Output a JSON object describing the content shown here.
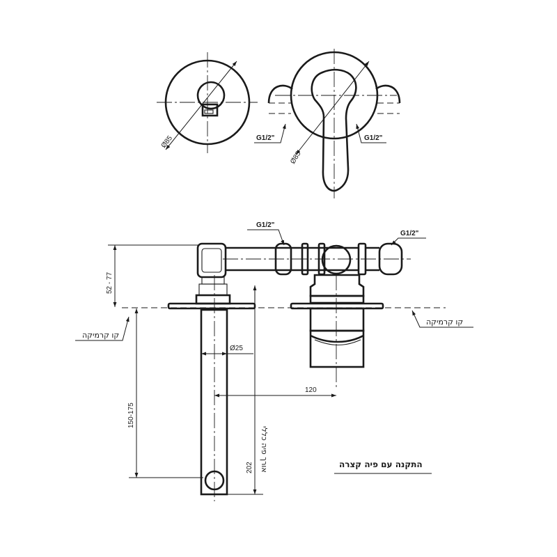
{
  "top_view": {
    "left_diameter": "Ø85",
    "right_diameter": "Ø85",
    "left_thread": "G1/2\"",
    "right_thread": "G1/2\""
  },
  "side_view": {
    "thread_left": "G1/2\"",
    "thread_right": "G1/2\"",
    "height_range": "52 - 77",
    "tile_line_left": "קו קרמיקה",
    "tile_line_right": "קו קרמיקה",
    "spout_diameter": "Ø25",
    "offset": "120",
    "spout_depth_range": "150-175",
    "spout_length": "202",
    "spout_length_note": "אורך פיה כללי",
    "caption": "התקנה עם פיה קצרה"
  }
}
